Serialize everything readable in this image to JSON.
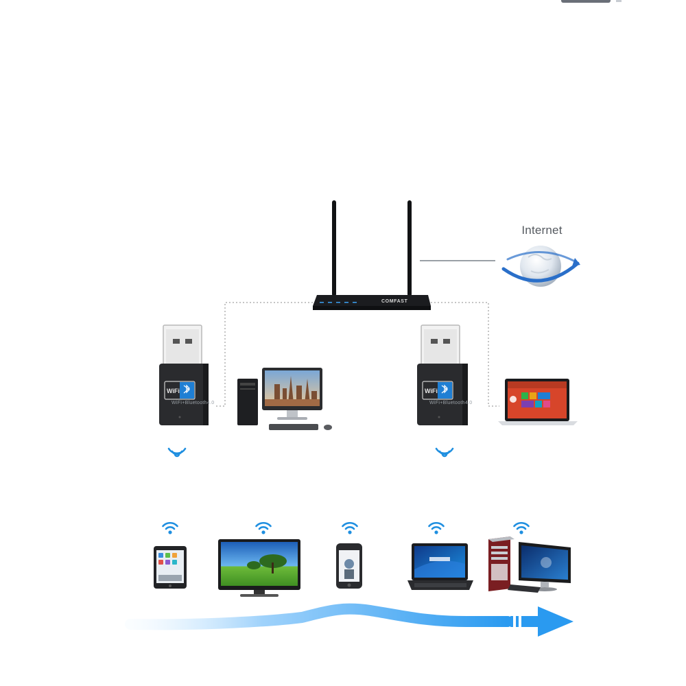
{
  "diagram": {
    "internet_label": "Internet",
    "router_brand": "COMFAST",
    "adapter_wifi_text": "WiFi",
    "adapter_caption": "WiFi+Bluetooth4.0"
  },
  "colors": {
    "accent_blue": "#1f8fe0",
    "dotted_line": "#c4c4c4",
    "router_body": "#1b1c1f",
    "adapter_body": "#2a2b2e",
    "flow_arrow": "#2a9af0"
  },
  "icons": [
    "router-icon",
    "globe-icon",
    "usb-adapter-icon",
    "desktop-pc-icon",
    "laptop-icon",
    "wifi-signal-icon",
    "tablet-icon",
    "tv-icon",
    "smartphone-icon",
    "bluetooth-icon",
    "flow-arrow-icon"
  ]
}
